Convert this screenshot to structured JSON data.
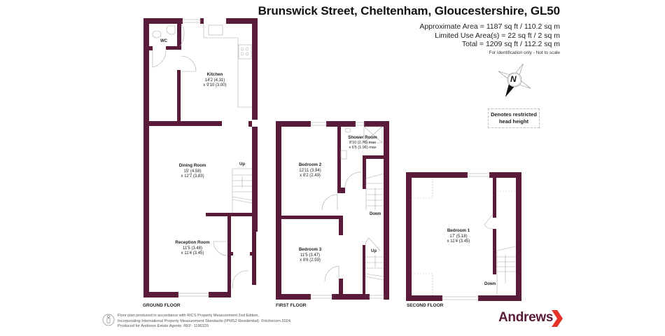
{
  "header": {
    "title": "Brunswick Street, Cheltenham, Gloucestershire, GL50",
    "approx_area": "Approximate Area = 1187 sq ft / 110.2 sq m",
    "limited_use": "Limited Use Area(s) = 22 sq ft / 2 sq m",
    "total": "Total = 1209 sq ft / 112.2 sq m",
    "note": "For identification only - Not to scale"
  },
  "compass": {
    "label": "N"
  },
  "legend": {
    "restricted_line1": "Denotes restricted",
    "restricted_line2": "head height"
  },
  "floors": {
    "ground": {
      "label": "GROUND FLOOR",
      "rooms": {
        "wc": {
          "name": "WC"
        },
        "kitchen": {
          "name": "Kitchen",
          "dim1": "14'2 (4.31)",
          "dim2": "x 9'10 (3.00)"
        },
        "dining": {
          "name": "Dining Room",
          "dim1": "15' (4.58)",
          "dim2": "x 12'7 (3.83)"
        },
        "reception": {
          "name": "Reception Room",
          "dim1": "11'5 (3.48)",
          "dim2": "x 11'4 (3.45)"
        }
      },
      "stairs_label": "Up"
    },
    "first": {
      "label": "FIRST FLOOR",
      "rooms": {
        "bedroom2": {
          "name": "Bedroom 2",
          "dim1": "12'11 (3.94)",
          "dim2": "x 8'2 (2.49)"
        },
        "shower": {
          "name": "Shower Room",
          "dim1": "8'10 (2.70) max",
          "dim2": "x 6'5 (1.96) max"
        },
        "bedroom3": {
          "name": "Bedroom 3",
          "dim1": "11'5 (3.47)",
          "dim2": "x 8'6 (2.59)"
        }
      },
      "stairs_down": "Down",
      "stairs_up": "Up"
    },
    "second": {
      "label": "SECOND FLOOR",
      "rooms": {
        "bedroom1": {
          "name": "Bedroom 1",
          "dim1": "17' (5.18)",
          "dim2": "x 11'4 (3.45)"
        }
      },
      "stairs_down": "Down"
    }
  },
  "footer": {
    "line1": "Floor plan produced in accordance with RICS Property Measurement 2nd Edition,",
    "line2": "Incorporating International Property Measurement Standards (IPMS2 Residential).  ©nichecom 2024.",
    "line3": "Produced for Andrews Estate Agents.   REF: 1196320",
    "brand": "Andrews"
  },
  "colors": {
    "wall": "#5a1a3a",
    "brand_arrow": "#e5332a"
  }
}
